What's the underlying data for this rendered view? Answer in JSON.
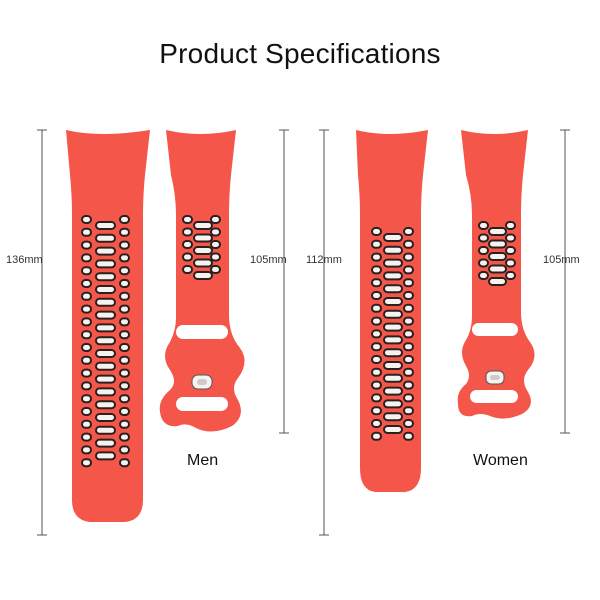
{
  "title": "Product Specifications",
  "colors": {
    "band": "#f4564a",
    "hole_fill": "#f5f2f0",
    "hole_edge": "#2a2020",
    "dim_line": "#555555"
  },
  "men": {
    "label": "Men",
    "long_strap_length": "136mm",
    "short_strap_length": "105mm"
  },
  "women": {
    "label": "Women",
    "long_strap_length": "112mm",
    "short_strap_length": "105mm"
  }
}
